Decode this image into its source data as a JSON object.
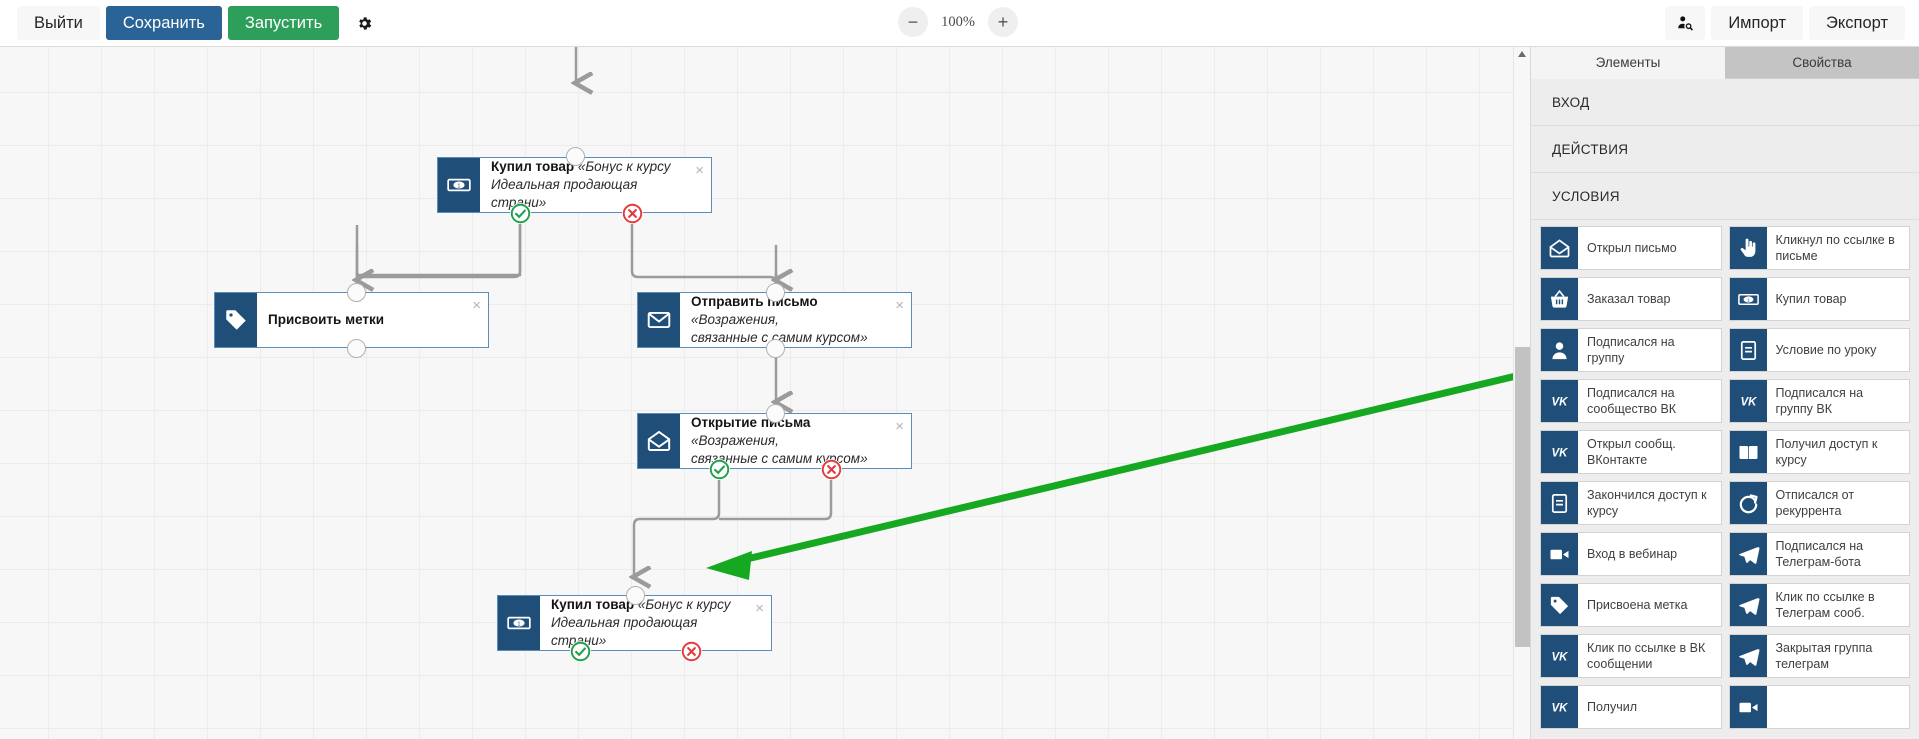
{
  "toolbar": {
    "exit_label": "Выйти",
    "save_label": "Сохранить",
    "run_label": "Запустить",
    "settings_icon": "gear-icon",
    "zoom_out_label": "−",
    "zoom_level": "100%",
    "zoom_in_label": "+",
    "user_search_icon": "user-search-icon",
    "import_label": "Импорт",
    "export_label": "Экспорт"
  },
  "canvas": {
    "nodes": [
      {
        "id": "node-buy-top",
        "icon": "banknote-icon",
        "title_bold": "Купил товар",
        "title_italic": "«Бонус к курсу",
        "subtitle": "Идеальная продающая страни»",
        "close_label": "×",
        "has_yes_badge": true,
        "has_no_badge": true
      },
      {
        "id": "node-assign-tags",
        "icon": "tag-icon",
        "title_bold": "Присвоить метки",
        "title_italic": "",
        "subtitle": "",
        "close_label": "×",
        "has_yes_badge": false,
        "has_no_badge": false
      },
      {
        "id": "node-send-email",
        "icon": "envelope-closed-icon",
        "title_bold": "Отправить письмо",
        "title_italic": "«Возражения,",
        "subtitle": "связанные с самим курсом»",
        "close_label": "×",
        "has_yes_badge": false,
        "has_no_badge": false
      },
      {
        "id": "node-open-email",
        "icon": "envelope-open-icon",
        "title_bold": "Открытие письма",
        "title_italic": "«Возражения,",
        "subtitle": "связанные с самим курсом»",
        "close_label": "×",
        "has_yes_badge": true,
        "has_no_badge": true
      },
      {
        "id": "node-buy-bottom",
        "icon": "banknote-icon",
        "title_bold": "Купил товар",
        "title_italic": "«Бонус к курсу",
        "subtitle": "Идеальная продающая страни»",
        "close_label": "×",
        "has_yes_badge": true,
        "has_no_badge": true
      }
    ],
    "annotation_arrow_color": "#15a820"
  },
  "panel": {
    "tabs": [
      {
        "label": "Элементы",
        "active": true
      },
      {
        "label": "Свойства",
        "active": false
      }
    ],
    "sections": [
      {
        "label": "ВХОД"
      },
      {
        "label": "ДЕЙСТВИЯ"
      },
      {
        "label": "УСЛОВИЯ"
      }
    ],
    "condition_items": [
      {
        "label": "Открыл письмо",
        "icon": "envelope-open-icon"
      },
      {
        "label": "Кликнул по ссылке в письме",
        "icon": "cursor-hand-icon"
      },
      {
        "label": "Заказал товар",
        "icon": "basket-icon"
      },
      {
        "label": "Купил товар",
        "icon": "banknote-icon"
      },
      {
        "label": "Подписался на группу",
        "icon": "user-icon"
      },
      {
        "label": "Условие по уроку",
        "icon": "book-lines-icon"
      },
      {
        "label": "Подписался на сообщество ВК",
        "icon": "vk-icon"
      },
      {
        "label": "Подписался на группу ВК",
        "icon": "vk-icon"
      },
      {
        "label": "Открыл сообщ. ВКонтакте",
        "icon": "vk-icon"
      },
      {
        "label": "Получил доступ к курсу",
        "icon": "open-book-icon"
      },
      {
        "label": "Закончился доступ к курсу",
        "icon": "book-lines-icon"
      },
      {
        "label": "Отписался от рекуррента",
        "icon": "refresh-icon"
      },
      {
        "label": "Вход в вебинар",
        "icon": "video-camera-icon"
      },
      {
        "label": "Подписался на Телеграм-бота",
        "icon": "telegram-icon"
      },
      {
        "label": "Присвоена метка",
        "icon": "tag-icon"
      },
      {
        "label": "Клик по ссылке в Телеграм сооб.",
        "icon": "telegram-icon"
      },
      {
        "label": "Клик по ссылке в ВК сообщении",
        "icon": "vk-icon"
      },
      {
        "label": "Закрытая группа телеграм",
        "icon": "telegram-icon"
      },
      {
        "label": "Получил",
        "icon": "vk-icon"
      },
      {
        "label": "",
        "icon": "video-camera-icon"
      }
    ]
  },
  "colors": {
    "primary_blue": "#1f4e79",
    "save_blue": "#2a6496",
    "run_green": "#2e9e5b",
    "yes_green": "#1fa04a",
    "no_red": "#e33b3b",
    "annotation_green": "#15a820"
  }
}
